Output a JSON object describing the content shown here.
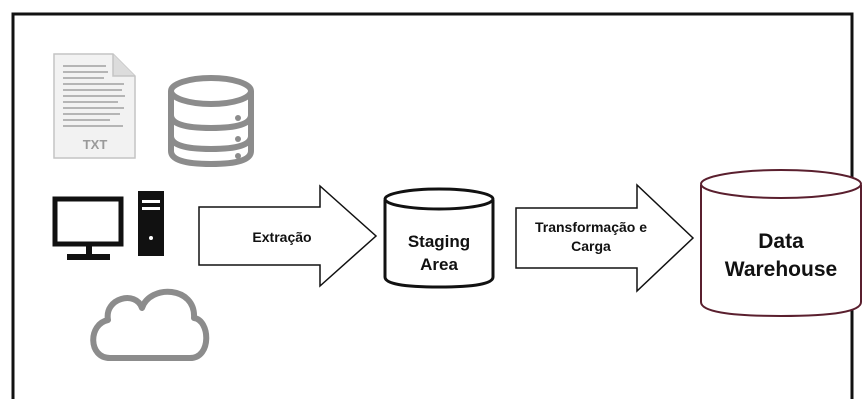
{
  "sources": {
    "txt_file": {
      "label": "TXT"
    }
  },
  "steps": {
    "extraction": {
      "label": "Extração"
    },
    "staging": {
      "line1": "Staging",
      "line2": "Area"
    },
    "transform": {
      "line1": "Transformação e",
      "line2": "Carga"
    },
    "warehouse": {
      "line1": "Data",
      "line2": "Warehouse"
    }
  },
  "colors": {
    "frame": "#111111",
    "icon_gray": "#8c8c8c",
    "warehouse_border": "#5a1f2e",
    "arrow_fill": "#ffffff",
    "text": "#111111"
  }
}
